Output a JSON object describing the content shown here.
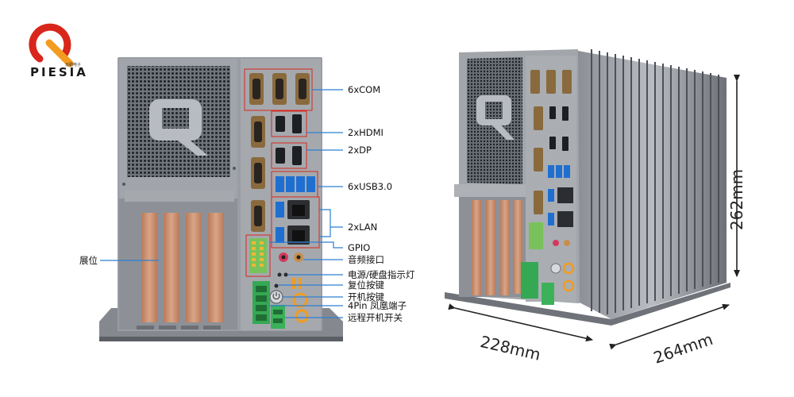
{
  "brand": {
    "name": "PIESIA",
    "subtitle": "派勤电子",
    "colors": {
      "red": "#d9261c",
      "orange": "#f39b1e"
    }
  },
  "callouts": [
    {
      "id": "com",
      "label": "6xCOM"
    },
    {
      "id": "hdmi",
      "label": "2xHDMI"
    },
    {
      "id": "dp",
      "label": "2xDP"
    },
    {
      "id": "usb",
      "label": "6xUSB3.0"
    },
    {
      "id": "lan",
      "label": "2xLAN"
    },
    {
      "id": "gpio",
      "label": "GPIO"
    },
    {
      "id": "audio",
      "label": "音频接口"
    },
    {
      "id": "led",
      "label": "电源/硬盘指示灯"
    },
    {
      "id": "reset",
      "label": "复位按键"
    },
    {
      "id": "power",
      "label": "开机按键"
    },
    {
      "id": "phoenix",
      "label": "4Pin 凤凰端子"
    },
    {
      "id": "remote",
      "label": "远程开机开关"
    }
  ],
  "expansion_label": "展位",
  "dimensions": {
    "height": "262mm",
    "depth": "228mm",
    "width": "264mm"
  }
}
